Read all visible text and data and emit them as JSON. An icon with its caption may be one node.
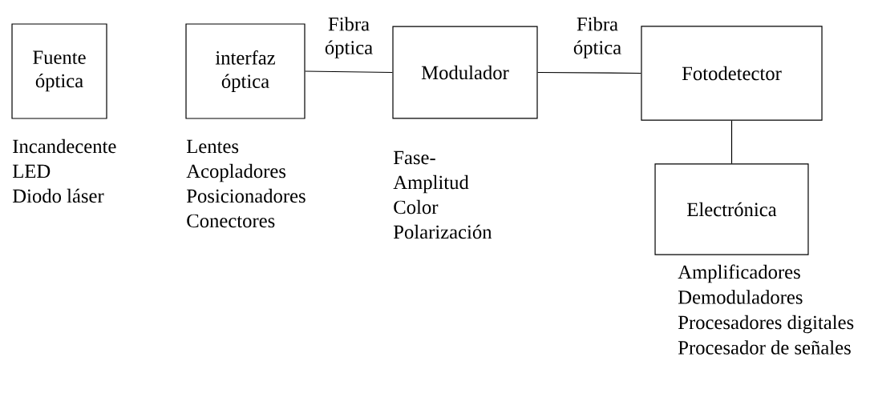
{
  "diagram": {
    "nodes": [
      {
        "text": [
          "Fuente óptica"
        ],
        "beside": [
          "Incandecente",
          "LED",
          "Diodo láser"
        ]
      },
      {
        "text": [
          "interfaz óptica"
        ],
        "beside": [
          "Lentes",
          "Acopladores",
          "Posicionadores",
          "Conectores"
        ]
      },
      {
        "text": [
          "Modulador"
        ],
        "beside": [
          "Fase-",
          "Amplitud",
          "Color",
          "Polarización"
        ]
      },
      {
        "text": [
          "Fotodetector"
        ]
      },
      {
        "text": [
          "Electrónica"
        ],
        "beside": [
          "Amplificadores",
          "Demoduladores",
          "Procesadores digitales",
          "Procesador de señales"
        ]
      }
    ],
    "edges": [
      {
        "from": 1,
        "to": 2,
        "arrow": "none",
        "label": "Fibra óptica"
      },
      {
        "from": 2,
        "to": 3,
        "arrow": "none",
        "label": "Fibra óptica"
      },
      {
        "from": 3,
        "to": 4,
        "arrow": "none"
      }
    ]
  }
}
